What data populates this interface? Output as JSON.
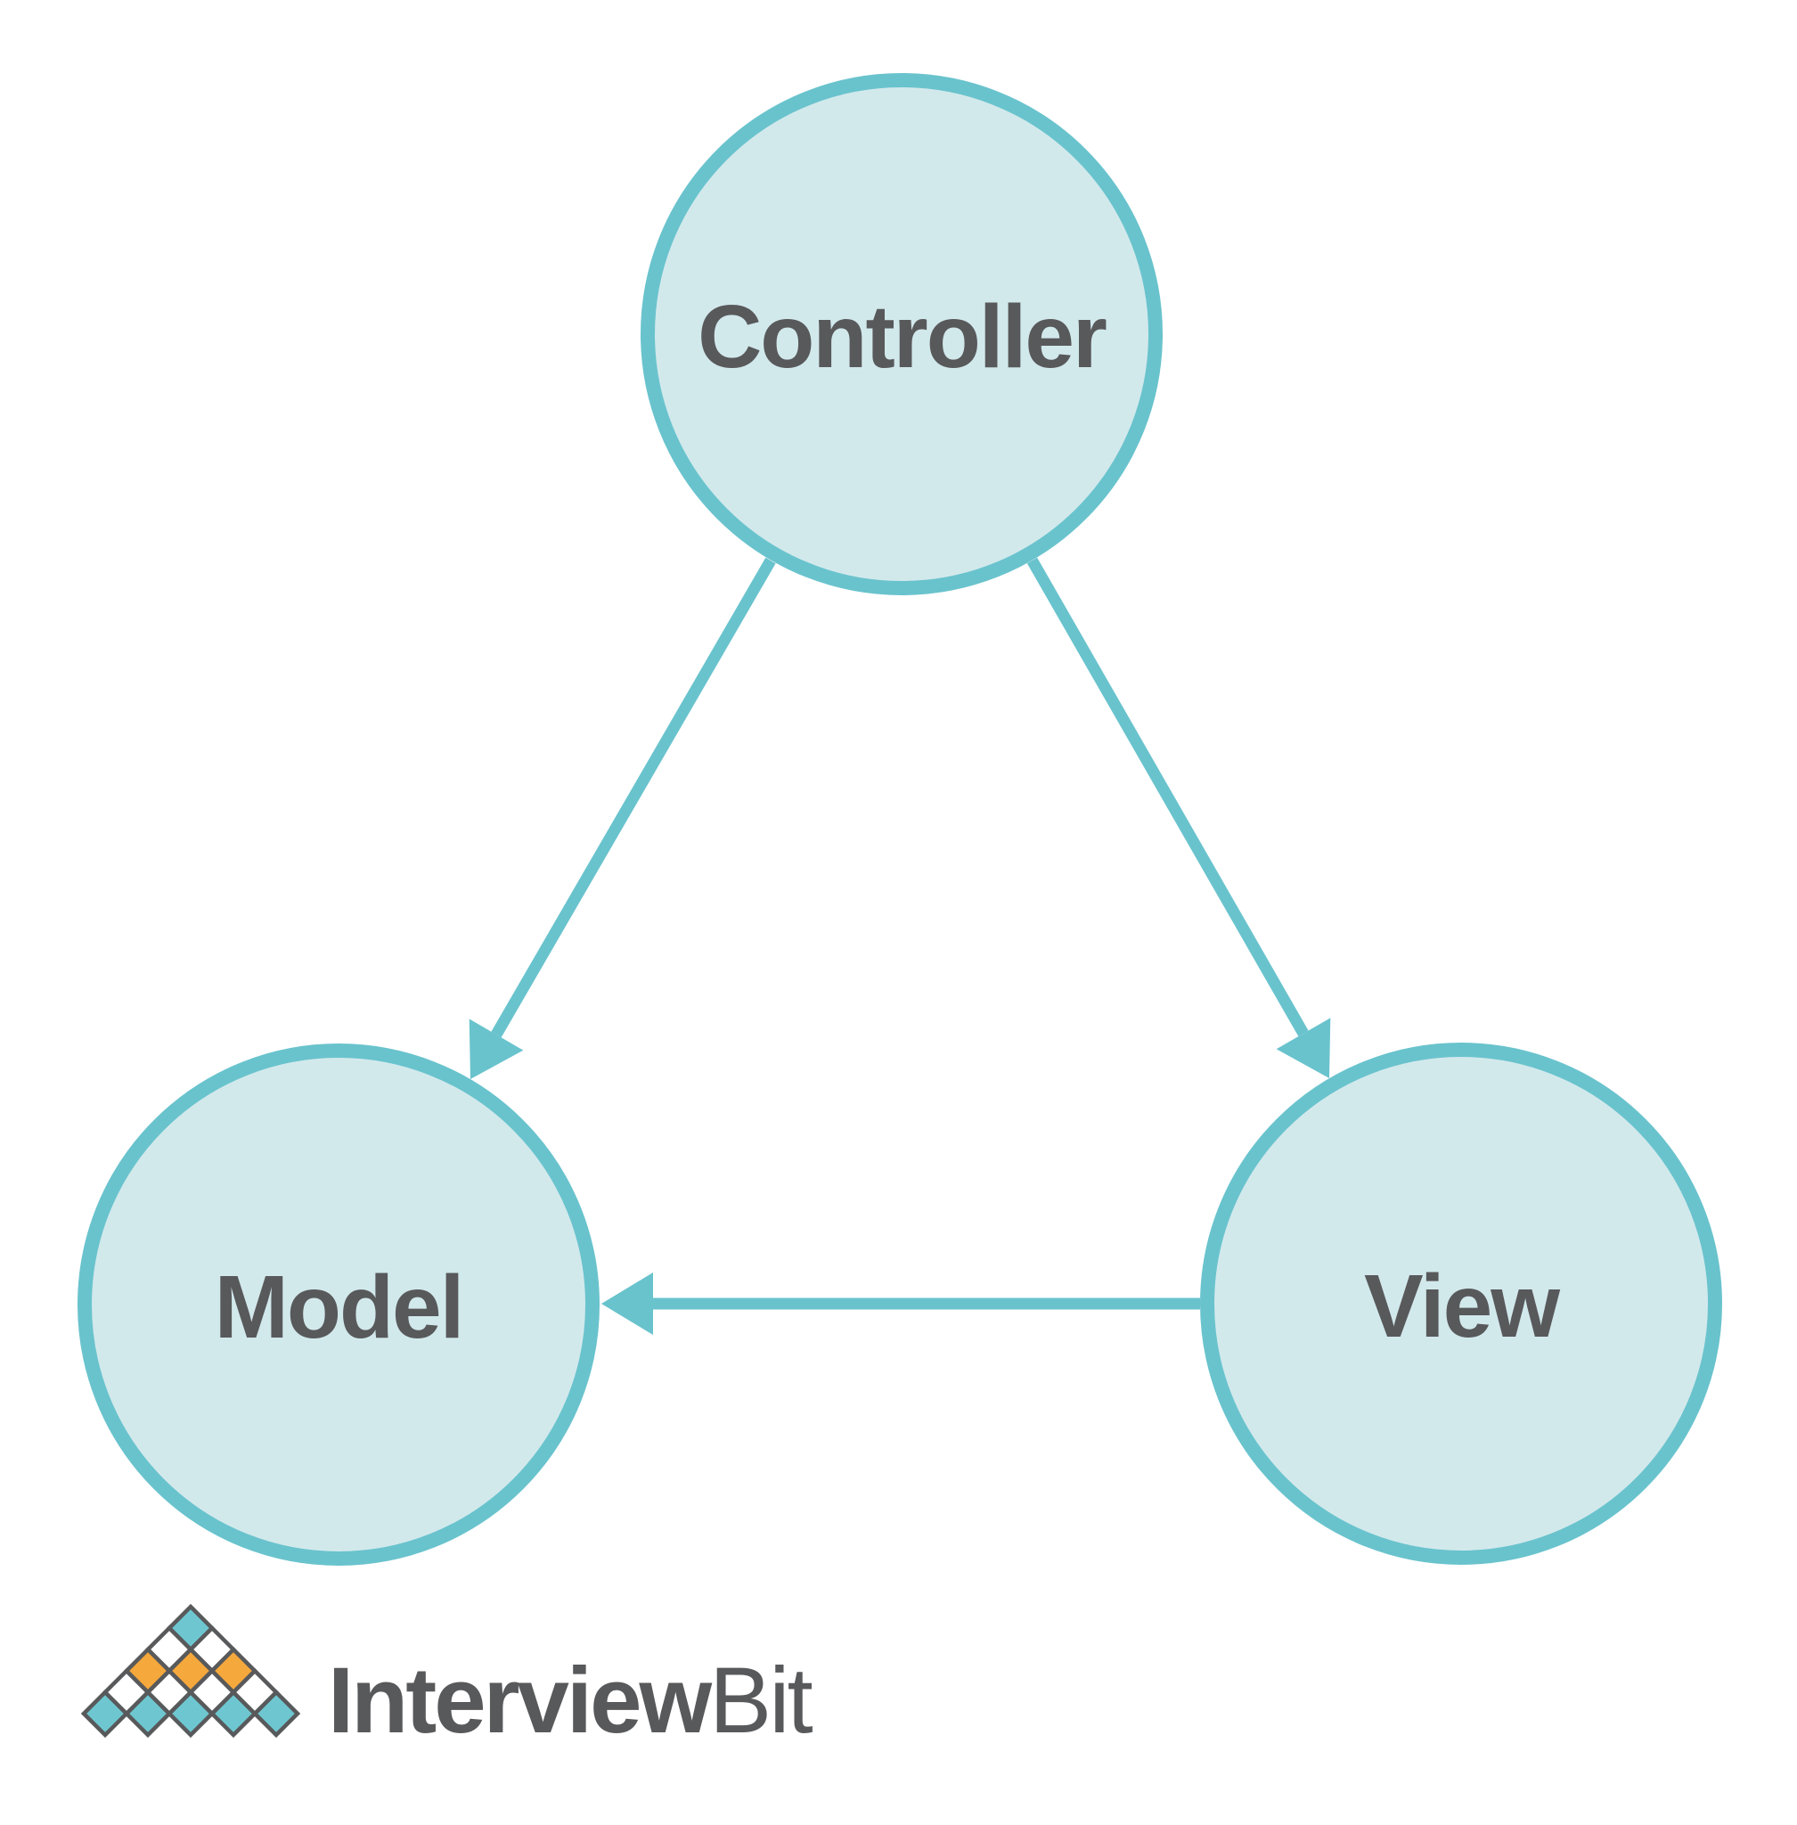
{
  "diagram": {
    "type": "node-edge",
    "subject": "MVC architecture",
    "nodes": [
      {
        "id": "controller",
        "label": "Controller"
      },
      {
        "id": "model",
        "label": "Model"
      },
      {
        "id": "view",
        "label": "View"
      }
    ],
    "edges": [
      {
        "from": "controller",
        "to": "model",
        "style": "arrow"
      },
      {
        "from": "controller",
        "to": "view",
        "style": "arrow"
      },
      {
        "from": "view",
        "to": "model",
        "style": "arrow"
      }
    ],
    "colors": {
      "background": "#ffffff",
      "node_fill": "#d2e9ec",
      "node_stroke": "#69c3cd",
      "edge": "#69c3cd",
      "label_text": "#58595b"
    }
  },
  "logo": {
    "text_bold": "Interview",
    "text_light": "Bit",
    "colors": {
      "teal": "#6ec7d0",
      "orange": "#f5a83c",
      "outline": "#58595b",
      "text": "#58595b"
    }
  }
}
